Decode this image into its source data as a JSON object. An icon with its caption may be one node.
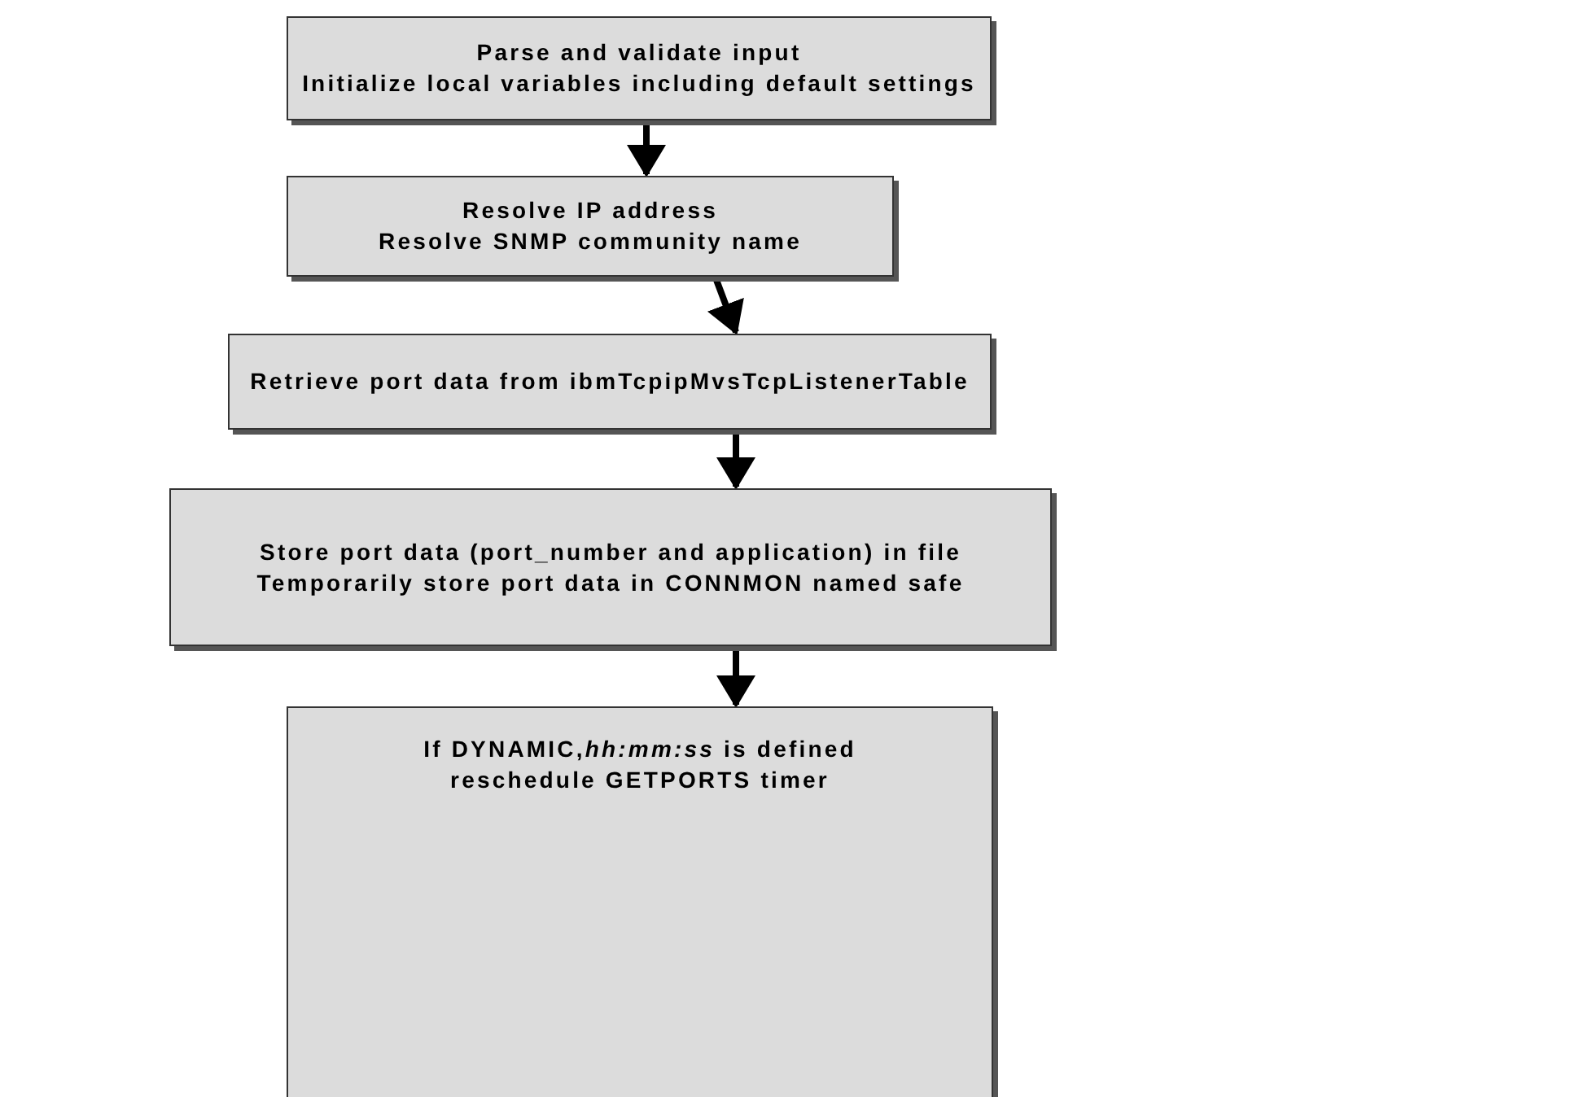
{
  "diagram": {
    "nodes": [
      {
        "text": [
          "Parse and validate input",
          "Initialize local variables including default settings"
        ]
      },
      {
        "text": [
          "Resolve IP address",
          "Resolve SNMP community name"
        ]
      },
      {
        "text": [
          "Retrieve port data from ibmTcpipMvsTcpListenerTable"
        ]
      },
      {
        "text": [
          "Store port data (port_number and application) in file",
          "Temporarily store port data in CONNMON named safe"
        ]
      },
      {
        "text": [
          "If DYNAMIC,*hh:mm:ss* is defined",
          "reschedule GETPORTS timer"
        ]
      }
    ],
    "edges": [
      {
        "from": 0,
        "to": 1,
        "arrow": "to"
      },
      {
        "from": 1,
        "to": 2,
        "arrow": "to"
      },
      {
        "from": 2,
        "to": 3,
        "arrow": "to"
      },
      {
        "from": 3,
        "to": 4,
        "arrow": "to"
      }
    ]
  }
}
